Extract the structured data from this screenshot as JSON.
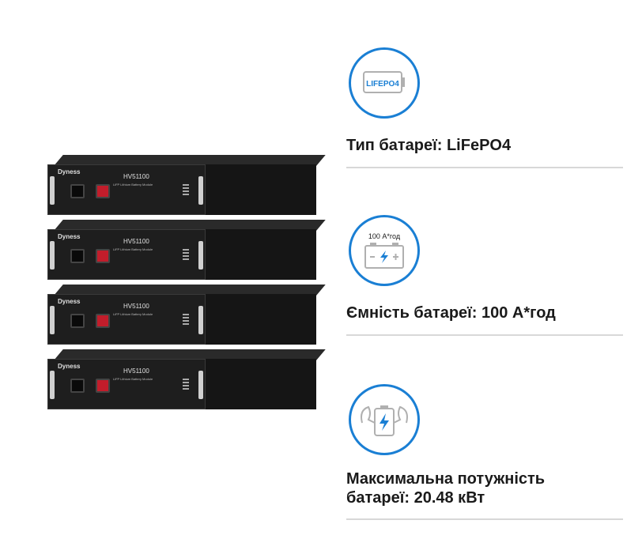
{
  "product": {
    "brand": "Dyness",
    "model": "HV51100",
    "subtitle": "LiFP Lithium Battery Module",
    "module_count": 4
  },
  "features": [
    {
      "icon": "battery-lifepo4-icon",
      "icon_label": "LIFEPO4",
      "text": "Тип батареї: LiFePO4"
    },
    {
      "icon": "battery-capacity-icon",
      "icon_label": "100 А*год",
      "text": "Ємність батареї: 100 А*год"
    },
    {
      "icon": "battery-power-icon",
      "icon_label": "",
      "text": "Максимальна потужність батареї: 20.48 кВт"
    }
  ],
  "colors": {
    "accent": "#1a7fd4",
    "text": "#1a1a1a",
    "divider": "#d8d8d8",
    "terminal_red": "#c21d2b"
  }
}
